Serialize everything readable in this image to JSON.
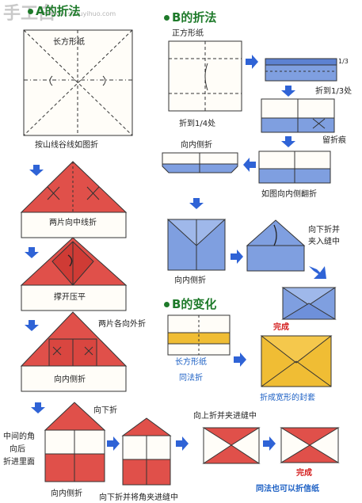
{
  "watermark": {
    "logo_text": "手工白",
    "url": "www.shouyihuo.com"
  },
  "section_a": {
    "heading": "A的折法",
    "paper_label": "长方形纸",
    "fold_instruction": "按山线谷线如图折",
    "step_two_inner_fold": "两片向中线折",
    "step_open_flatten": "撑开压平",
    "step_two_outward": "两片各向外折",
    "step_inward_fold": "向内侧折",
    "step_middle_corner": [
      "中间的角",
      "向后",
      "折进里面"
    ],
    "step_fold_down": "向下折",
    "step_inward_fold_2": "向内侧折",
    "step_fold_down_tuck": "向下折并将角夹进缝中",
    "step_fold_up_tuck": "向上折并夹进缝中",
    "finish_label": "完成",
    "same_method_note": "同法也可以折信纸"
  },
  "section_b": {
    "heading": "B的折法",
    "square_label": "正方形纸",
    "fold_quarter": "折到1/4处",
    "fraction_mark": "1/3",
    "fold_third": "折到1/3处",
    "keep_crease": "留折痕",
    "inward_fold": "向内侧折",
    "inward_flip": "如图向内侧翻折",
    "inward_fold_2": "向内侧折",
    "fold_down_tuck": [
      "向下折并",
      "夹入缝中"
    ]
  },
  "section_b_variant": {
    "heading": "B的变化",
    "paper_label": "长方形纸",
    "same_method": "同法折",
    "finish_label": "完成",
    "result_label": "折成宽形的封套"
  },
  "colors": {
    "paper_red": "#e0504a",
    "paper_blue": "#7f9fe0",
    "paper_yellow": "#f0bd34",
    "heading_green": "#1e7a2a",
    "arrow_blue": "#2f63d6"
  }
}
